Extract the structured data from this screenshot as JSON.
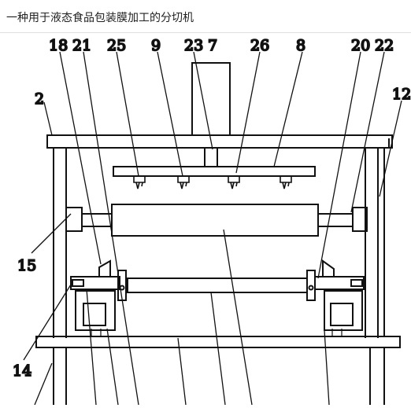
{
  "title": "一种用于液态食品包装膜加工的分切机",
  "labels": {
    "l18": "18",
    "l21": "21",
    "l25": "25",
    "l9": "9",
    "l23": "23",
    "l7": "7",
    "l26": "26",
    "l8": "8",
    "l20": "20",
    "l22": "22",
    "l2": "2",
    "l12": "12",
    "l15": "15",
    "l14": "14"
  },
  "colors": {
    "line": "#111111",
    "background": "#ffffff"
  }
}
